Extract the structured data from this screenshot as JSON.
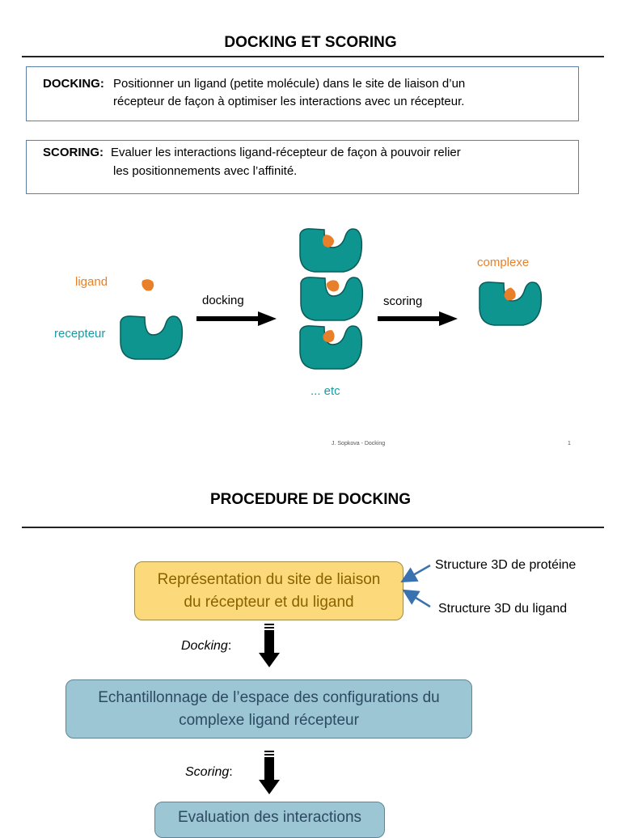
{
  "slide1": {
    "title": "DOCKING ET SCORING",
    "docking_def": {
      "term": "DOCKING:",
      "line1": "Positionner un ligand (petite molécule) dans le site de liaison d’un",
      "line2": "récepteur de façon à optimiser les interactions avec un récepteur."
    },
    "scoring_def": {
      "term": "SCORING:",
      "line1": "Evaluer les interactions ligand-récepteur de façon à pouvoir relier",
      "line2": "les positionnements avec l’affinité."
    },
    "diagram": {
      "ligand_label": "ligand",
      "receptor_label": "recepteur",
      "docking_label": "docking",
      "scoring_label": "scoring",
      "complex_label": "complexe",
      "etc_label": "... etc",
      "colors": {
        "receptor": "#0f9590",
        "ligand": "#e8802b",
        "arrow": "#000000"
      }
    },
    "footer": {
      "author": "J. Sopkova - Docking",
      "page": "1"
    }
  },
  "slide2": {
    "title": "PROCEDURE DE DOCKING",
    "box1": {
      "line1": "Représentation du site de liaison",
      "line2": "du récepteur et du ligand"
    },
    "input1": "Structure 3D de protéine",
    "input2": "Structure 3D du ligand",
    "step1": "Docking",
    "box2": {
      "line1": "Echantillonnage de l’espace des configurations du",
      "line2": "complexe ligand récepteur"
    },
    "step2": "Scoring",
    "box3": {
      "line1": "Evaluation des interactions"
    },
    "colors": {
      "box1_fill": "#fcd97a",
      "box2_fill": "#9cc6d3",
      "input_arrow": "#3a72b0"
    }
  }
}
